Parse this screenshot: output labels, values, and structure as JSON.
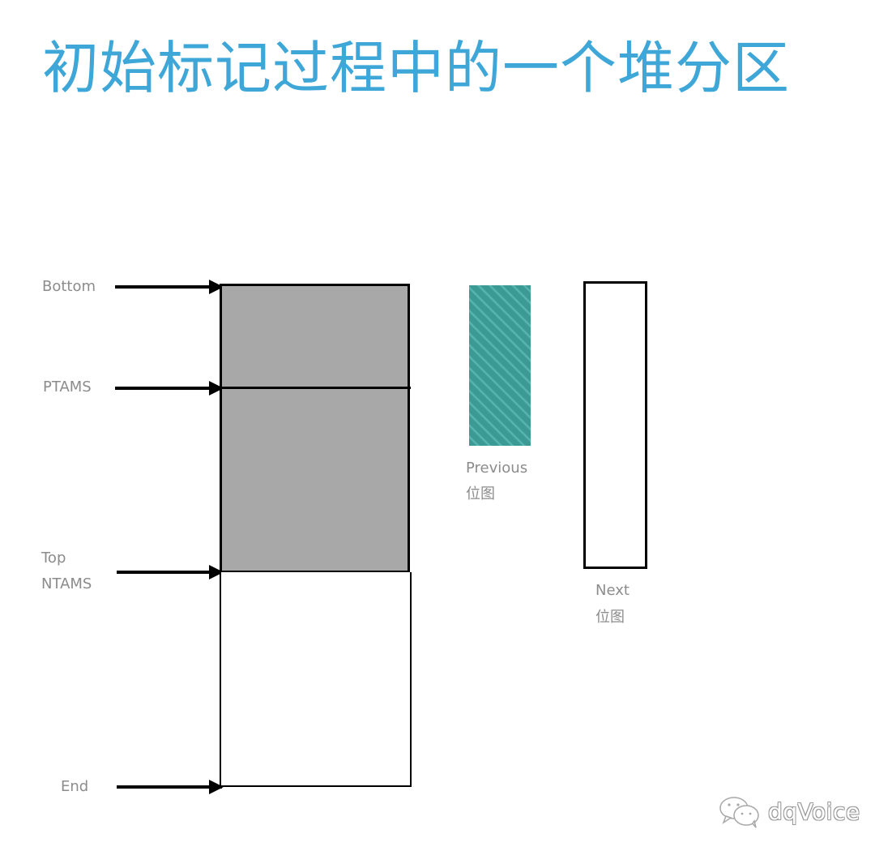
{
  "title": "初始标记过程中的一个堆分区",
  "colors": {
    "title": "#3ea7d8",
    "label": "#8c8c8c",
    "marked_region_fill": "#a7a8a7",
    "previous_bitmap_fill": "#3b9a94",
    "previous_bitmap_stripe": "#5cbcb6",
    "outline": "#000000"
  },
  "heap_region": {
    "pointers": [
      {
        "id": "bottom",
        "label": "Bottom"
      },
      {
        "id": "ptams",
        "label": "PTAMS"
      },
      {
        "id": "top",
        "label": "Top"
      },
      {
        "id": "ntams",
        "label": "NTAMS"
      },
      {
        "id": "end",
        "label": "End"
      }
    ]
  },
  "bitmaps": {
    "previous": {
      "line1": "Previous",
      "line2": "位图"
    },
    "next": {
      "line1": "Next",
      "line2": "位图"
    }
  },
  "watermark": {
    "icon": "wechat-icon",
    "text": "dqVoice"
  }
}
